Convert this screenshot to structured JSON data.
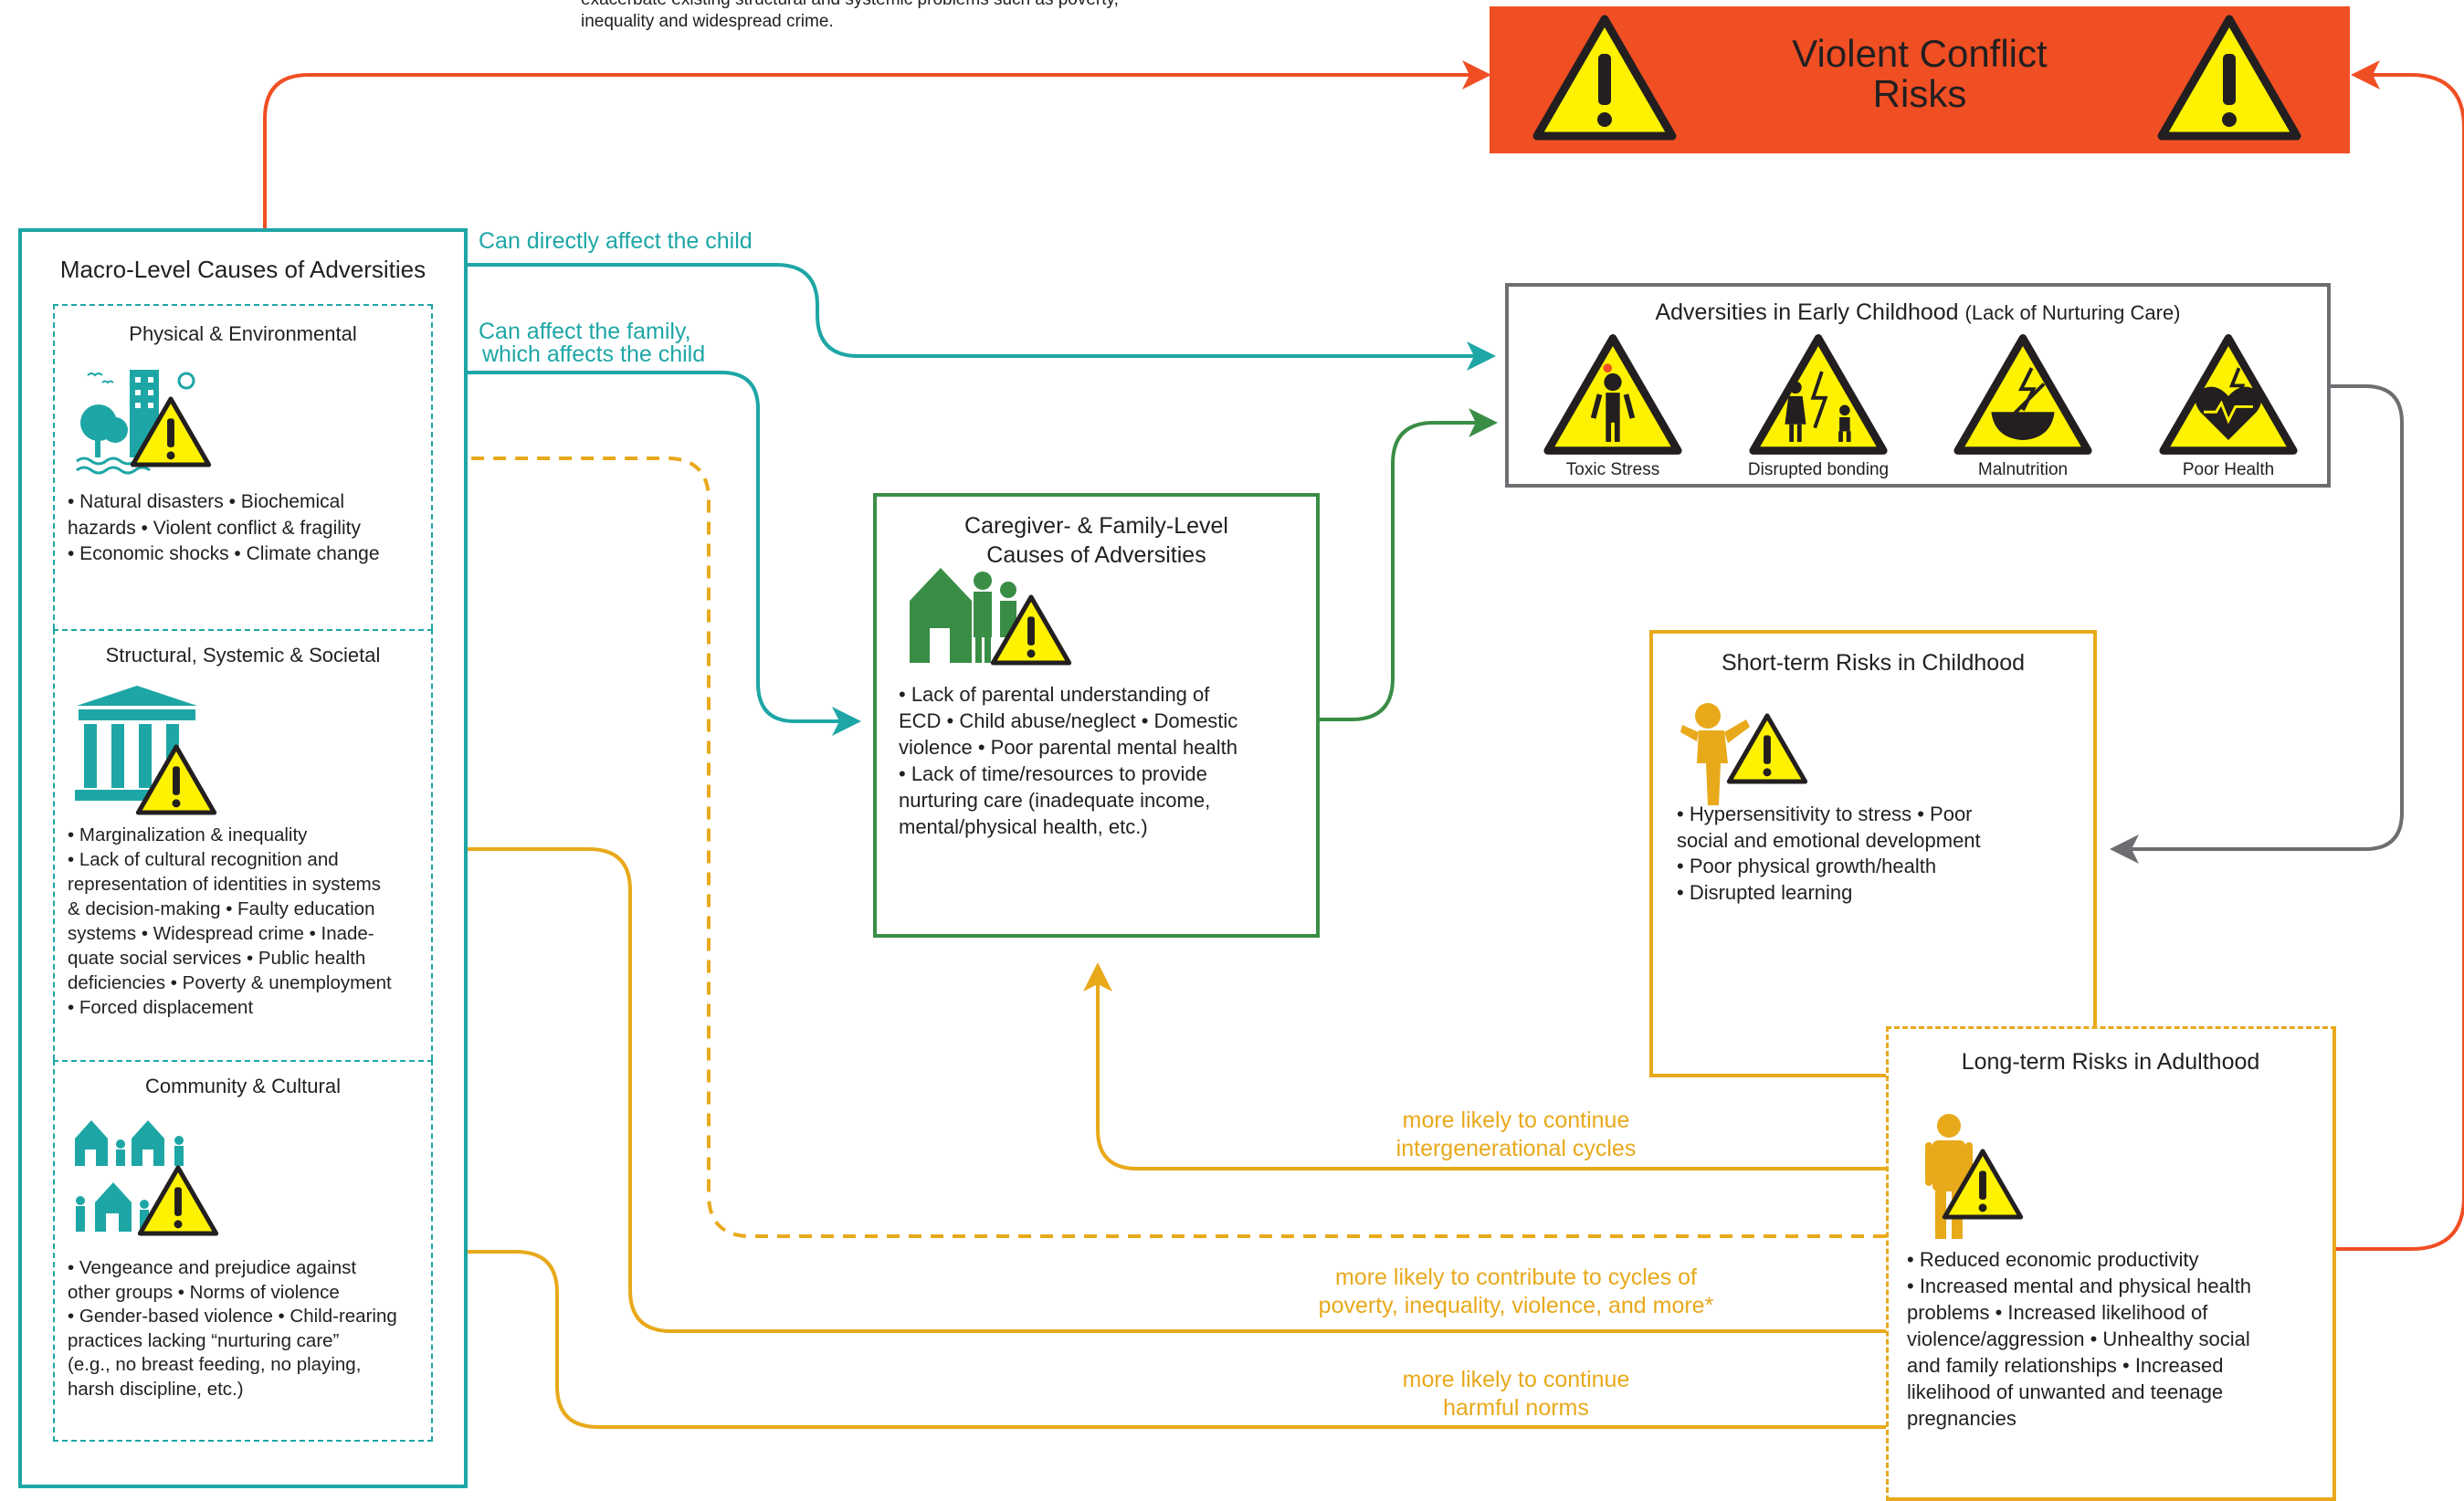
{
  "top_note": [
    "exacerbate existing structural and systemic problems such as poverty,",
    "inequality and widespread crime."
  ],
  "violent_conflict": {
    "title_line1": "Violent Conflict",
    "title_line2": "Risks"
  },
  "macro": {
    "title": "Macro-Level Causes of Adversities",
    "physical": {
      "title": "Physical & Environmental",
      "lines": [
        "• Natural disasters • Biochemical",
        "hazards • Violent conflict & fragility",
        "• Economic shocks • Climate change"
      ]
    },
    "structural": {
      "title": "Structural, Systemic & Societal",
      "lines": [
        "• Marginalization & inequality",
        "• Lack of cultural recognition and",
        "representation of identities in systems",
        "& decision-making • Faulty education",
        "systems • Widespread crime • Inade-",
        "quate social services • Public health",
        "deficiencies • Poverty & unemployment",
        "• Forced displacement"
      ]
    },
    "community": {
      "title": "Community & Cultural",
      "lines": [
        "• Vengeance and prejudice against",
        "other groups • Norms of violence",
        "• Gender-based violence • Child-rearing",
        "practices lacking “nurturing care”",
        "(e.g., no breast feeding, no playing,",
        "harsh discipline, etc.)"
      ]
    }
  },
  "arrow_labels": {
    "direct_child": "Can directly affect the child",
    "family_child_line1": "Can affect the family,",
    "family_child_line2": "which affects the child",
    "intergen_line1": "more likely to continue",
    "intergen_line2": "intergenerational cycles",
    "poverty_line1": "more likely to contribute to cycles of",
    "poverty_line2": "poverty, inequality, violence, and more*",
    "norms_line1": "more likely to continue",
    "norms_line2": "harmful norms"
  },
  "caregiver": {
    "title_line1": "Caregiver- & Family-Level",
    "title_line2": "Causes of Adversities",
    "lines": [
      "• Lack of parental understanding of",
      "ECD • Child abuse/neglect • Domestic",
      "violence • Poor parental mental health",
      "• Lack of time/resources to provide",
      "nurturing care (inadequate income,",
      "mental/physical health, etc.)"
    ]
  },
  "early_childhood": {
    "title": "Adversities in Early Childhood",
    "subtitle": "(Lack of Nurturing Care)",
    "icons": [
      {
        "label": "Toxic Stress",
        "icon": "toxic-stress-warning-icon"
      },
      {
        "label": "Disrupted bonding",
        "icon": "disrupted-bonding-warning-icon"
      },
      {
        "label": "Malnutrition",
        "icon": "malnutrition-warning-icon"
      },
      {
        "label": "Poor Health",
        "icon": "poor-health-warning-icon"
      }
    ]
  },
  "short_term": {
    "title": "Short-term Risks in Childhood",
    "lines": [
      "• Hypersensitivity to stress • Poor",
      "social and emotional development",
      "• Poor physical growth/health",
      "• Disrupted learning"
    ]
  },
  "long_term": {
    "title": "Long-term Risks in Adulthood",
    "lines": [
      "• Reduced economic productivity",
      "• Increased mental and physical health",
      "problems • Increased likelihood of",
      "violence/aggression • Unhealthy social",
      "and family relationships • Increased",
      "likelihood of unwanted and teenage",
      "pregnancies"
    ]
  },
  "colors": {
    "teal": "#1ea6a6",
    "gold": "#e8a91b",
    "orange_red": "#f04e23",
    "green": "#3a8d45",
    "gray": "#6d6e71",
    "warning_yellow": "#fff200"
  }
}
